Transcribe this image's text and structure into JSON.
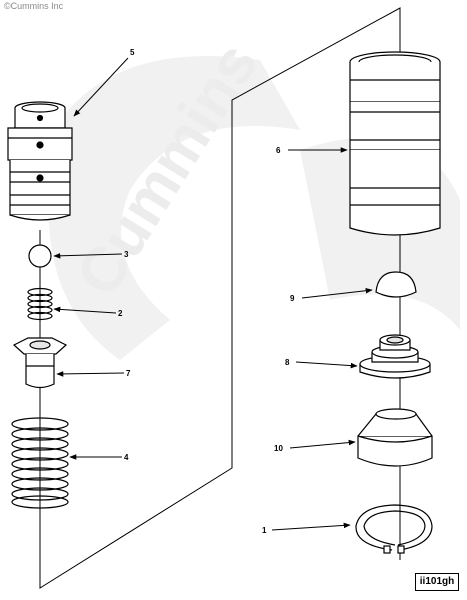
{
  "copyright": "©Cummins Inc",
  "watermark": "Cummins",
  "figure_id": "ii101gh",
  "callouts": {
    "c1": "1",
    "c2": "2",
    "c3": "3",
    "c4": "4",
    "c5": "5",
    "c6": "6",
    "c7": "7",
    "c8": "8",
    "c9": "9",
    "c10": "10"
  },
  "colors": {
    "line": "#000000",
    "watermark": "#ececec",
    "copyright": "#8a8a8a"
  }
}
